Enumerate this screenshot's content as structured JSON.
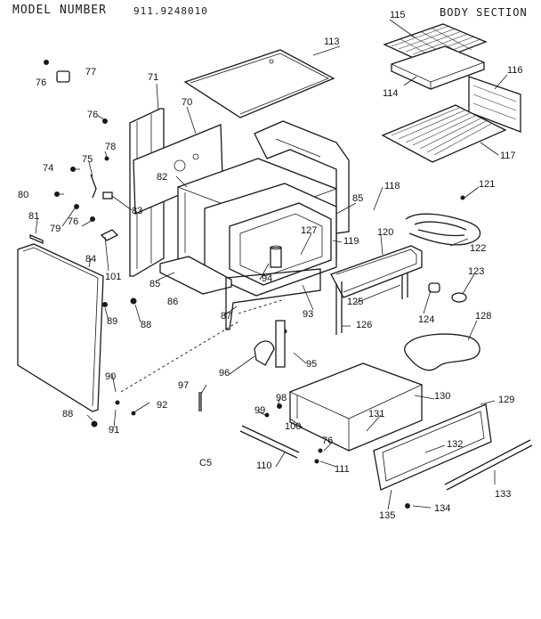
{
  "header": {
    "model_label": "MODEL NUMBER",
    "model_number": "911.9248010",
    "section_title": "BODY SECTION"
  },
  "footer_code": "C5",
  "callouts": [
    {
      "id": "c76a",
      "text": "76"
    },
    {
      "id": "c77",
      "text": "77"
    },
    {
      "id": "c71",
      "text": "71"
    },
    {
      "id": "c70",
      "text": "70"
    },
    {
      "id": "c113",
      "text": "113"
    },
    {
      "id": "c115",
      "text": "115"
    },
    {
      "id": "c114",
      "text": "114"
    },
    {
      "id": "c116",
      "text": "116"
    },
    {
      "id": "c117",
      "text": "117"
    },
    {
      "id": "c76b",
      "text": "76"
    },
    {
      "id": "c78",
      "text": "78"
    },
    {
      "id": "c74",
      "text": "74"
    },
    {
      "id": "c75",
      "text": "75"
    },
    {
      "id": "c82",
      "text": "82"
    },
    {
      "id": "c80",
      "text": "80"
    },
    {
      "id": "c83",
      "text": "83"
    },
    {
      "id": "c79",
      "text": "79"
    },
    {
      "id": "c81",
      "text": "81"
    },
    {
      "id": "c76c",
      "text": "76"
    },
    {
      "id": "c85a",
      "text": "85"
    },
    {
      "id": "c118",
      "text": "118"
    },
    {
      "id": "c121",
      "text": "121"
    },
    {
      "id": "c127",
      "text": "127"
    },
    {
      "id": "c119",
      "text": "119"
    },
    {
      "id": "c120",
      "text": "120"
    },
    {
      "id": "c122",
      "text": "122"
    },
    {
      "id": "c84",
      "text": "84"
    },
    {
      "id": "c101",
      "text": "101"
    },
    {
      "id": "c85b",
      "text": "85"
    },
    {
      "id": "c94",
      "text": "94"
    },
    {
      "id": "c86",
      "text": "86"
    },
    {
      "id": "c123",
      "text": "123"
    },
    {
      "id": "c125",
      "text": "125"
    },
    {
      "id": "c93",
      "text": "93"
    },
    {
      "id": "c124",
      "text": "124"
    },
    {
      "id": "c89",
      "text": "89"
    },
    {
      "id": "c87",
      "text": "87"
    },
    {
      "id": "c88a",
      "text": "88"
    },
    {
      "id": "c126",
      "text": "126"
    },
    {
      "id": "c128",
      "text": "128"
    },
    {
      "id": "c95",
      "text": "95"
    },
    {
      "id": "c96",
      "text": "96"
    },
    {
      "id": "c90",
      "text": "90"
    },
    {
      "id": "c97",
      "text": "97"
    },
    {
      "id": "c98",
      "text": "98"
    },
    {
      "id": "c130",
      "text": "130"
    },
    {
      "id": "c129",
      "text": "129"
    },
    {
      "id": "c92",
      "text": "92"
    },
    {
      "id": "c99",
      "text": "99"
    },
    {
      "id": "c131",
      "text": "131"
    },
    {
      "id": "c88b",
      "text": "88"
    },
    {
      "id": "c100",
      "text": "100"
    },
    {
      "id": "c91",
      "text": "91"
    },
    {
      "id": "c76d",
      "text": "76"
    },
    {
      "id": "c132",
      "text": "132"
    },
    {
      "id": "c110",
      "text": "110"
    },
    {
      "id": "c111",
      "text": "111"
    },
    {
      "id": "c133",
      "text": "133"
    },
    {
      "id": "c134",
      "text": "134"
    },
    {
      "id": "c135",
      "text": "135"
    }
  ]
}
